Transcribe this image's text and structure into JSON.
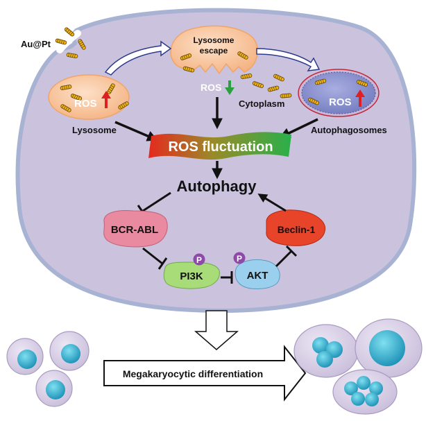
{
  "labels": {
    "au_pt": "Au@Pt",
    "lysosome_escape_line1": "Lysosome",
    "lysosome_escape_line2": "escape",
    "ros": "ROS",
    "cytoplasm": "Cytoplasm",
    "lysosome": "Lysosome",
    "autophagosomes": "Autophagosomes",
    "ros_fluctuation": "ROS fluctuation",
    "autophagy": "Autophagy",
    "bcr_abl": "BCR-ABL",
    "beclin1": "Beclin-1",
    "pi3k": "PI3K",
    "akt": "AKT",
    "phospho": "P",
    "differentiation": "Megakaryocytic differentiation"
  },
  "colors": {
    "cell_fill": "#cbc3dd",
    "cell_stroke": "#aab4d4",
    "lysosome_fill": "#f8c39a",
    "autophagosome_fill": "#8a92cc",
    "ros_up": "#e02020",
    "ros_down": "#2aa040",
    "nanorod": "#f0b020",
    "bcr_abl": "#e98aa0",
    "beclin1": "#e8442a",
    "pi3k": "#a8dc78",
    "akt": "#9ad0ee",
    "phospho": "#8e4aa8",
    "nucleus": "#2aa8c8"
  }
}
